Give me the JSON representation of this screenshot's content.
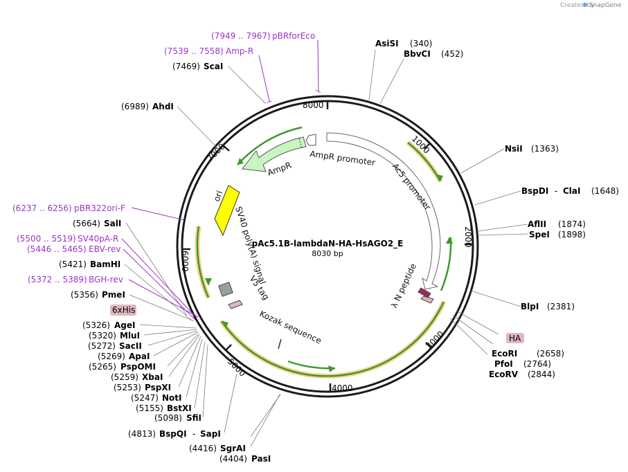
{
  "credit": {
    "created_by": "Created by",
    "brand": "SnapGene"
  },
  "plasmid": {
    "name": "pAc5.1B-lambdaN-HA-HsAGO2_E",
    "size": "8030 bp"
  },
  "ticks": [
    "1000",
    "2000",
    "3000",
    "4000",
    "5000",
    "6000",
    "7000",
    "8000"
  ],
  "features": {
    "ampr_promoter": "AmpR promoter",
    "ampr": "AmpR",
    "ac5_promoter": "Ac5 promoter",
    "ori": "ori",
    "sv40": "SV40 poly(A) signal",
    "v5": "V5 tag",
    "lambda": "λ N peptide",
    "kozak": "Kozak sequence",
    "his": "6xHis",
    "ha": "HA"
  },
  "sites": [
    {
      "name": "AsiSI",
      "pos": "(340)"
    },
    {
      "name": "BbvCI",
      "pos": "(452)"
    },
    {
      "name": "NsiI",
      "pos": "(1363)"
    },
    {
      "name": "BspDI",
      "sep": "-",
      "name2": "ClaI",
      "pos": "(1648)"
    },
    {
      "name": "AflII",
      "pos": "(1874)"
    },
    {
      "name": "SpeI",
      "pos": "(1898)"
    },
    {
      "name": "BlpI",
      "pos": "(2381)"
    },
    {
      "name": "EcoRI",
      "pos": "(2658)"
    },
    {
      "name": "PfoI",
      "pos": "(2764)"
    },
    {
      "name": "EcoRV",
      "pos": "(2844)"
    },
    {
      "name": "PasI",
      "pos": "(4404)"
    },
    {
      "name": "SgrAI",
      "pos": "(4416)"
    },
    {
      "name": "BspQI",
      "sep": "-",
      "name2": "SapI",
      "pos": "(4813)"
    },
    {
      "name": "SfiI",
      "pos": "(5098)"
    },
    {
      "name": "BstXI",
      "pos": "(5155)"
    },
    {
      "name": "NotI",
      "pos": "(5247)"
    },
    {
      "name": "PspXI",
      "pos": "(5253)"
    },
    {
      "name": "XbaI",
      "pos": "(5259)"
    },
    {
      "name": "PspOMI",
      "pos": "(5265)"
    },
    {
      "name": "ApaI",
      "pos": "(5269)"
    },
    {
      "name": "SacII",
      "pos": "(5272)"
    },
    {
      "name": "MluI",
      "pos": "(5320)"
    },
    {
      "name": "AgeI",
      "pos": "(5326)"
    },
    {
      "name": "PmeI",
      "pos": "(5356)"
    },
    {
      "name": "BamHI",
      "pos": "(5421)"
    },
    {
      "name": "SalI",
      "pos": "(5664)"
    },
    {
      "name": "AhdI",
      "pos": "(6989)"
    },
    {
      "name": "ScaI",
      "pos": "(7469)"
    }
  ],
  "primers": [
    {
      "range": "(7949 .. 7967)",
      "name": "pBRforEco"
    },
    {
      "range": "(7539 .. 7558)",
      "name": "Amp-R"
    },
    {
      "range": "(6237 .. 6256)",
      "name": "pBR322ori-F"
    },
    {
      "range": "(5500 .. 5519)",
      "name": "SV40pA-R"
    },
    {
      "range": "(5446 .. 5465)",
      "name": "EBV-rev"
    },
    {
      "range": "(5372 .. 5389)",
      "name": "BGH-rev"
    }
  ],
  "colors": {
    "backbone": "#1a1a1a",
    "orf_orange": "#f5b04a",
    "orf_green": "#3a9a2a",
    "ampr_fill": "#c9f5c0",
    "ori_fill": "#ffff00",
    "primer": "#9b33c8",
    "tag_fill": "#dfb6c0",
    "lambda_fill": "#9a2a5e",
    "v5_fill": "#9a9ea0"
  }
}
